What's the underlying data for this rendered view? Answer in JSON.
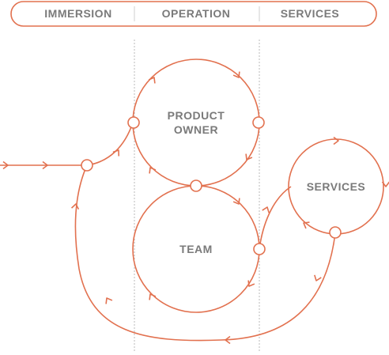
{
  "colors": {
    "accent": "#e2714f",
    "text": "#7a7a7a",
    "divider": "#b9b9b9"
  },
  "tabs": [
    {
      "label": "IMMERSION"
    },
    {
      "label": "OPERATION"
    },
    {
      "label": "SERVICES"
    }
  ],
  "nodes": {
    "product_owner": {
      "lines": [
        "PRODUCT",
        "OWNER"
      ]
    },
    "team": {
      "label": "TEAM"
    },
    "services": {
      "label": "SERVICES"
    }
  }
}
